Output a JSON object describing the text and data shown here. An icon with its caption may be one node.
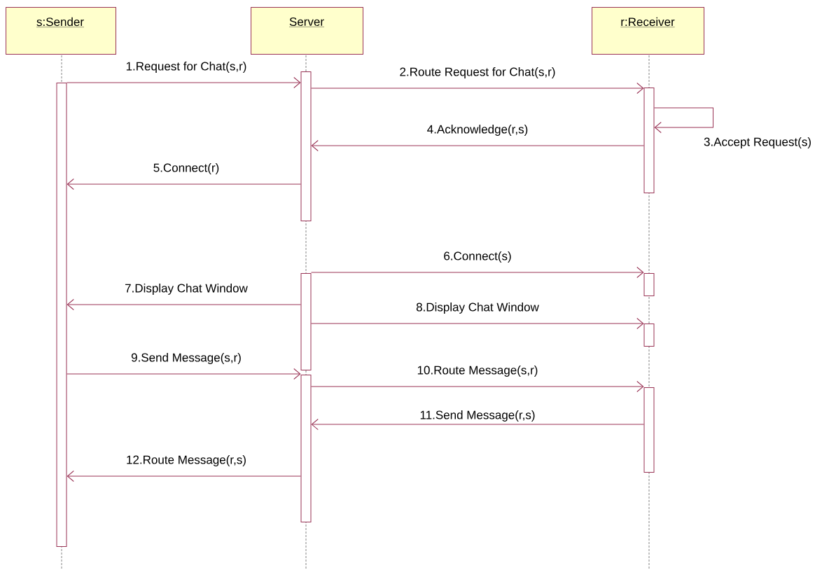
{
  "diagram": {
    "nodes": [
      {
        "text": [
          "s:Sender"
        ]
      },
      {
        "text": [
          "Server"
        ]
      },
      {
        "text": [
          "r:Receiver"
        ]
      },
      {
        "text": [],
        "shape": "bar"
      },
      {
        "text": [],
        "shape": "bar"
      },
      {
        "text": [],
        "shape": "bar"
      },
      {
        "text": [],
        "shape": "bar"
      },
      {
        "text": [],
        "shape": "bar"
      },
      {
        "text": [],
        "shape": "bar"
      },
      {
        "text": [],
        "shape": "bar"
      },
      {
        "text": [],
        "shape": "bar"
      }
    ],
    "edges": [
      {
        "from": 3,
        "to": 4,
        "arrow": "to",
        "label": "1.Request for Chat(s,r)"
      },
      {
        "from": 4,
        "to": 5,
        "arrow": "to",
        "label": "2.Route Request for Chat(s,r)"
      },
      {
        "from": 5,
        "to": 5,
        "arrow": "to",
        "label": "3.Accept Request(s)"
      },
      {
        "from": 5,
        "to": 4,
        "arrow": "to",
        "label": "4.Acknowledge(r,s)"
      },
      {
        "from": 4,
        "to": 3,
        "arrow": "to",
        "label": "5.Connect(r)"
      },
      {
        "from": 6,
        "to": 7,
        "arrow": "to",
        "label": "6.Connect(s)"
      },
      {
        "from": 6,
        "to": 3,
        "arrow": "to",
        "label": "7.Display Chat Window"
      },
      {
        "from": 6,
        "to": 8,
        "arrow": "to",
        "label": "8.Display Chat Window"
      },
      {
        "from": 3,
        "to": 9,
        "arrow": "to",
        "label": "9.Send Message(s,r)"
      },
      {
        "from": 9,
        "to": 10,
        "arrow": "to",
        "label": "10.Route Message(s,r)"
      },
      {
        "from": 10,
        "to": 9,
        "arrow": "to",
        "label": "11.Send Message(r,s)"
      },
      {
        "from": 9,
        "to": 3,
        "arrow": "to",
        "label": "12.Route Message(r,s)"
      }
    ]
  }
}
